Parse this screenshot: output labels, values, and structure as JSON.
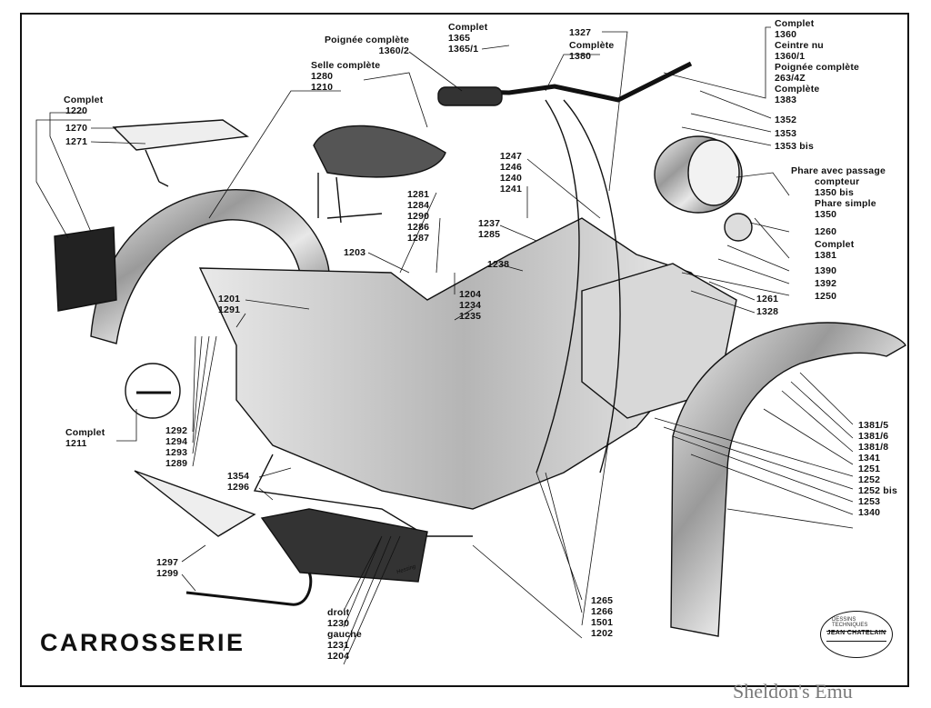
{
  "title": "CARROSSERIE",
  "watermark": "Sheldon's Emu",
  "stamp": {
    "name": "JEAN CHATELAIN",
    "caption": "DESSINS TECHNIQUES"
  },
  "signature": "Hessing",
  "labels": {
    "complet_1220": [
      "Complet",
      "1220"
    ],
    "n1270": "1270",
    "n1271": "1271",
    "poignee_1360_2": [
      "Poignée complète",
      "1360/2"
    ],
    "selle_1280_1210": [
      "Selle complète",
      "1280",
      "1210"
    ],
    "complet_1365": [
      "Complet",
      "1365",
      "1365/1"
    ],
    "n1327": "1327",
    "complete_1380": [
      "Complète",
      "1380"
    ],
    "right_top": [
      "Complet",
      "1360",
      "Ceintre nu",
      "1360/1",
      "Poignée complète",
      "263/4Z",
      "Complète",
      "1383"
    ],
    "n1352": "1352",
    "n1353": "1353",
    "n1353bis": "1353 bis",
    "phare": [
      "Phare avec passage",
      "compteur",
      "1350 bis",
      "Phare simple",
      "1350"
    ],
    "n1260": "1260",
    "complet_1381": [
      "Complet",
      "1381"
    ],
    "n1390": "1390",
    "n1392": "1392",
    "n1250": "1250",
    "n1261": "1261",
    "n1328": "1328",
    "center_1247": [
      "1247",
      "1246",
      "1240",
      "1241"
    ],
    "center_1281": [
      "1281",
      "1284",
      "1290",
      "1286",
      "1287"
    ],
    "center_1237": [
      "1237",
      "1285"
    ],
    "n1238": "1238",
    "n1203": "1203",
    "center_1204": [
      "1204",
      "1234",
      "1235"
    ],
    "left_1201": [
      "1201",
      "1291"
    ],
    "left_1292": [
      "1292",
      "1294",
      "1293",
      "1289"
    ],
    "complet_1211": [
      "Complet",
      "1211"
    ],
    "n1354_1296": [
      "1354",
      "1296"
    ],
    "n1297_1299": [
      "1297",
      "1299"
    ],
    "droit_gauche": [
      "droit",
      "1230",
      "gauche",
      "1231",
      "1204"
    ],
    "bottom_1265": [
      "1265",
      "1266",
      "1501",
      "1202"
    ],
    "right_1381_5": [
      "1381/5",
      "1381/6",
      "1381/8",
      "1341",
      "1251",
      "1252",
      "1252 bis",
      "1253",
      "1340"
    ]
  }
}
